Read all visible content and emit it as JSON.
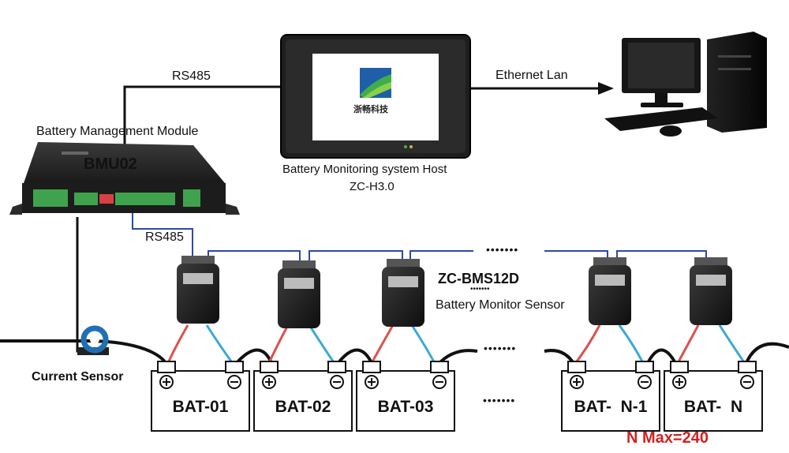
{
  "links": {
    "rs485_top": "RS485",
    "rs485_bus": "RS485",
    "ethernet": "Ethernet Lan"
  },
  "bmu": {
    "caption": "Battery Management Module",
    "model": "BMU02"
  },
  "host": {
    "caption": "Battery Monitoring system Host",
    "model": "ZC-H3.0",
    "screen_brand": "浙畅科技"
  },
  "sensor": {
    "model": "ZC-BMS12D",
    "caption": "Battery Monitor Sensor"
  },
  "current_sensor": "Current Sensor",
  "batteries": [
    {
      "label": "BAT-01"
    },
    {
      "label": "BAT-02"
    },
    {
      "label": "BAT-03"
    },
    {
      "label": "BAT-  N-1"
    },
    {
      "label": "BAT-  N"
    }
  ],
  "ellipsis": "•••••••",
  "max_note": "N Max=240",
  "colors": {
    "wire_black": "#111111",
    "wire_blue": "#2b4aa8",
    "wire_red": "#d9534f",
    "wire_cyan": "#3aa8d8",
    "max_note": "#d32020"
  }
}
